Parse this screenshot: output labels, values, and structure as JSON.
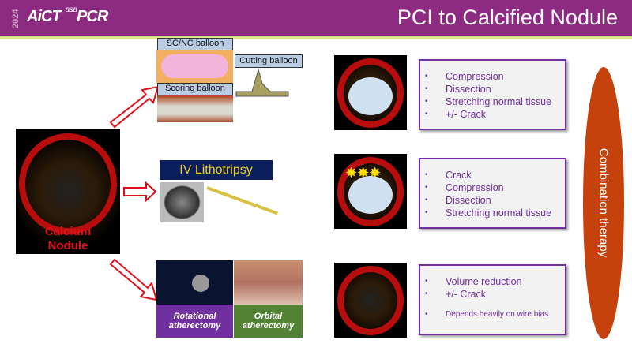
{
  "header": {
    "year": "2024",
    "logo_main": "AiCT",
    "logo_sub": "asia",
    "logo_pcr": "PCR",
    "title": "PCI to Calcified Nodule"
  },
  "left": {
    "label_line1": "Calcium",
    "label_line2": "Nodule"
  },
  "balloons": {
    "scnc": "SC/NC balloon",
    "cutting": "Cutting balloon",
    "scoring": "Scoring balloon"
  },
  "ivl": {
    "label": "IV Lithotripsy"
  },
  "atherectomy": {
    "rotational": "Rotational atherectomy",
    "orbital": "Orbital atherectomy"
  },
  "boxes": [
    {
      "items": [
        "Compression",
        "Dissection",
        "Stretching normal tissue",
        "+/- Crack"
      ]
    },
    {
      "items": [
        "Crack",
        "Compression",
        "Dissection",
        "Stretching normal tissue"
      ]
    },
    {
      "items": [
        "Volume reduction",
        "+/- Crack"
      ],
      "note": "Depends heavily on wire bias"
    }
  ],
  "combination": "Combination therapy",
  "colors": {
    "header": "#8d2a82",
    "accent_purple": "#7030a0",
    "oval": "#c5420c",
    "red": "#b80d0d"
  }
}
